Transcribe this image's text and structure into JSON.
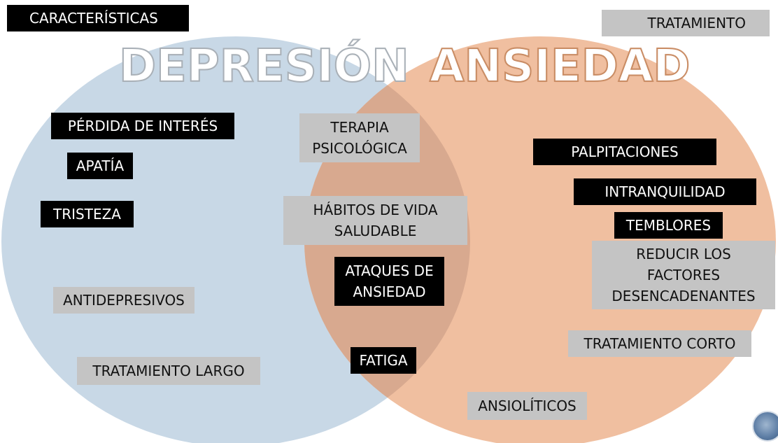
{
  "colors": {
    "depresion_circle": "#c8d8e6",
    "ansiedad_circle": "#f0bfa0",
    "overlap": "#d8a98f",
    "black_label_bg": "#000000",
    "gray_label_bg": "#c4c4c4"
  },
  "legend": {
    "caracteristicas": "CARACTERÍSTICAS",
    "tratamiento": "TRATAMIENTO"
  },
  "circles": {
    "depresion": "DEPRESIÓN",
    "ansiedad": "ANSIEDAD"
  },
  "depresion_items": {
    "perdida": "PÉRDIDA DE INTERÉS",
    "apatia": "APATÍA",
    "tristeza": "TRISTEZA",
    "antidepresivos": "ANTIDEPRESIVOS",
    "tratamiento_largo": "TRATAMIENTO LARGO"
  },
  "shared_items": {
    "terapia": "TERAPIA\nPSICOLÓGICA",
    "habitos": "HÁBITOS DE VIDA\nSALUDABLE",
    "ataques": "ATAQUES DE\nANSIEDAD",
    "fatiga": "FATIGA"
  },
  "ansiedad_items": {
    "palpitaciones": "PALPITACIONES",
    "intranquilidad": "INTRANQUILIDAD",
    "temblores": "TEMBLORES",
    "reducir": "REDUCIR LOS\nFACTORES\nDESENCADENANTES",
    "tratamiento_corto": "TRATAMIENTO CORTO",
    "ansioliticos": "ANSIOLÍTICOS"
  },
  "icons": {
    "corner": "globe-logo-icon"
  }
}
